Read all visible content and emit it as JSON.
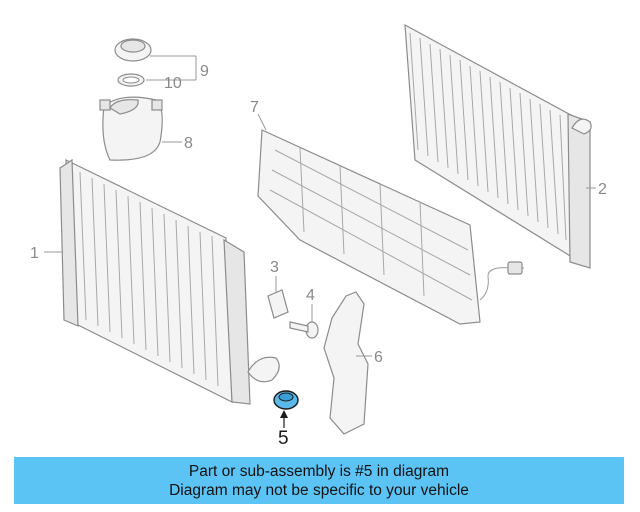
{
  "diagram": {
    "callouts": {
      "c1": "1",
      "c2": "2",
      "c3": "3",
      "c4": "4",
      "c5": "5",
      "c6": "6",
      "c7": "7",
      "c8": "8",
      "c9": "9",
      "c10": "10"
    },
    "highlight_color": "#5bb8e8"
  },
  "banner": {
    "line1": "Part or sub-assembly is #5 in diagram",
    "line2": "Diagram may not be specific to your vehicle",
    "background_color": "#5bc4f5"
  }
}
